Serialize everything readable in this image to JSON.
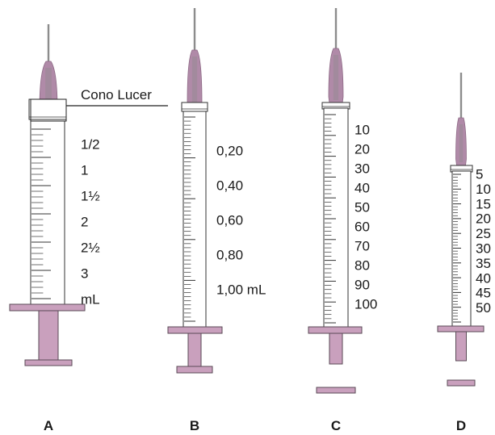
{
  "colors": {
    "hub": "#b08aa8",
    "hub_dark": "#8e6a86",
    "needle": "#8c8c8c",
    "plunger": "#c9a0bd",
    "plunger_stroke": "#5a4a56",
    "barrel_stroke": "#333333",
    "tick": "#333333",
    "text": "#1a1a1a"
  },
  "annotation": {
    "label": "Cono Lucer"
  },
  "syringes": [
    {
      "id": "A",
      "caption": "A",
      "scale_labels": [
        "1/2",
        "1",
        "1½",
        "2",
        "2½",
        "3",
        "mL"
      ]
    },
    {
      "id": "B",
      "caption": "B",
      "scale_labels": [
        "0,20",
        "0,40",
        "0,60",
        "0,80",
        "1,00 mL"
      ]
    },
    {
      "id": "C",
      "caption": "C",
      "scale_labels": [
        "10",
        "20",
        "30",
        "40",
        "50",
        "60",
        "70",
        "80",
        "90",
        "100"
      ]
    },
    {
      "id": "D",
      "caption": "D",
      "scale_labels": [
        "5",
        "10",
        "15",
        "20",
        "25",
        "30",
        "35",
        "40",
        "45",
        "50"
      ]
    }
  ]
}
